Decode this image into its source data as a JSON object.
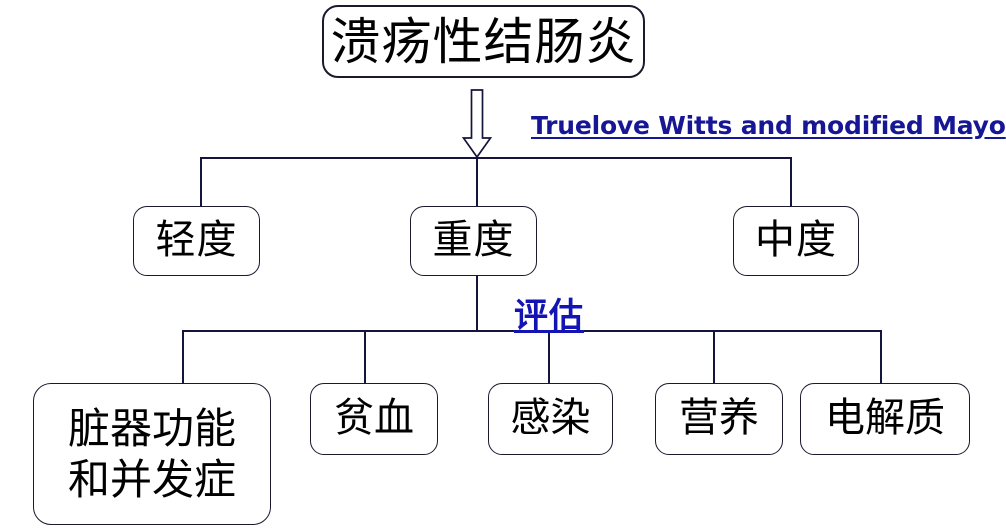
{
  "diagram": {
    "title": "溃疡性结肠炎评估流程图",
    "background_color": "#ffffff",
    "line_color": "#14143c",
    "box_border_color": "#1a1a2e",
    "annotation_colors": {
      "latin": "#171796",
      "cjk": "#1414b4"
    }
  },
  "root": {
    "label": "溃疡性结肠炎"
  },
  "annotations": {
    "classification_criteria": "Truelove Witts and modified Mayo",
    "assessment": "评估"
  },
  "severity_levels": [
    {
      "label": "轻度"
    },
    {
      "label": "重度"
    },
    {
      "label": "中度"
    }
  ],
  "assessment_items": [
    {
      "label": "脏器功能\n和并发症"
    },
    {
      "label": "贫血"
    },
    {
      "label": "感染"
    },
    {
      "label": "营养"
    },
    {
      "label": "电解质"
    }
  ]
}
